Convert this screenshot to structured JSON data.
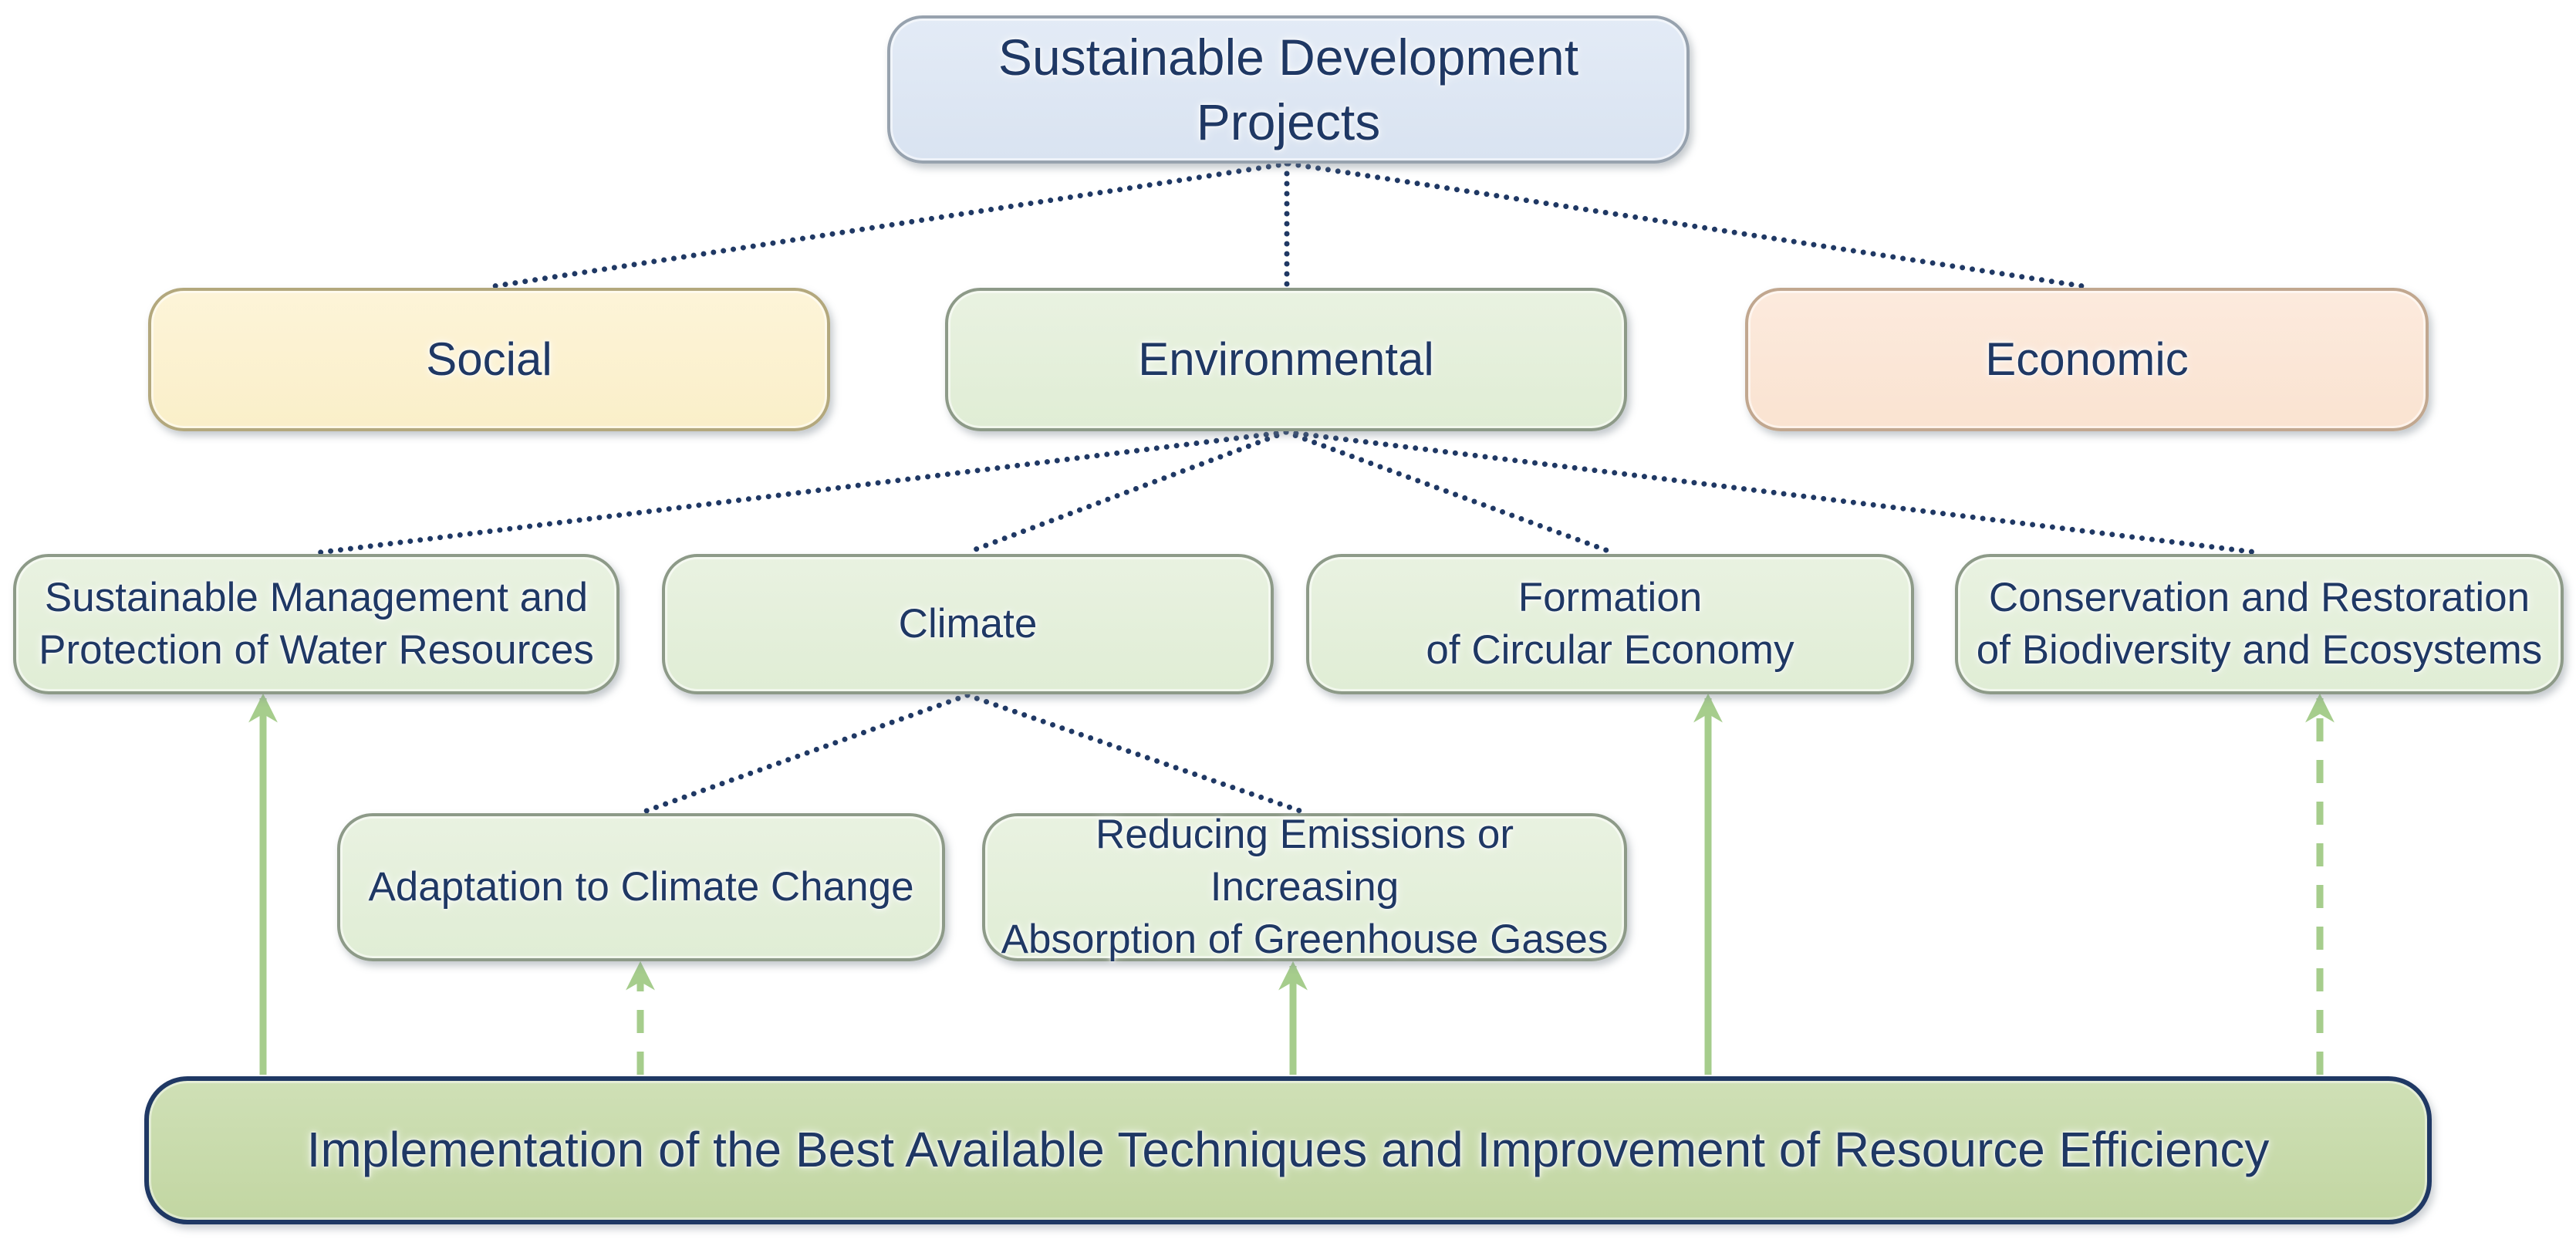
{
  "title": "Sustainable Development Projects diagram",
  "palette": {
    "text_navy": "#1F3864",
    "root_fill": "#DCE6F2",
    "social_fill": "#FBF1CE",
    "environmental_fill": "#E4EFDB",
    "economic_fill": "#FBE6D7",
    "green_box_fill": "#E4EFDB",
    "base_bar_fill": "#C5D9A9",
    "connector_dotted_navy": "#1F3864",
    "support_arrow_green": "#A6CD8C"
  },
  "nodes": {
    "root": {
      "label": "Sustainable Development Projects"
    },
    "social": {
      "label": "Social"
    },
    "environmental": {
      "label": "Environmental"
    },
    "economic": {
      "label": "Economic"
    },
    "water": {
      "label": "Sustainable Management and\nProtection of Water Resources"
    },
    "climate": {
      "label": "Climate"
    },
    "circular": {
      "label": "Formation\nof Circular Economy"
    },
    "biodiversity": {
      "label": "Conservation and Restoration\nof Biodiversity and Ecosystems"
    },
    "adaptation": {
      "label": "Adaptation to Climate Change"
    },
    "emissions": {
      "label": "Reducing Emissions or Increasing\nAbsorption of Greenhouse Gases"
    },
    "base": {
      "label": "Implementation of the Best Available Techniques and Improvement of Resource Efficiency"
    }
  },
  "edges": {
    "hierarchy_dotted": [
      {
        "from": "root",
        "to": "social"
      },
      {
        "from": "root",
        "to": "environmental"
      },
      {
        "from": "root",
        "to": "economic"
      },
      {
        "from": "environmental",
        "to": "water"
      },
      {
        "from": "environmental",
        "to": "climate"
      },
      {
        "from": "environmental",
        "to": "circular"
      },
      {
        "from": "environmental",
        "to": "biodiversity"
      },
      {
        "from": "climate",
        "to": "adaptation"
      },
      {
        "from": "climate",
        "to": "emissions"
      }
    ],
    "support_arrows": [
      {
        "from": "base",
        "to": "water",
        "line": "solid"
      },
      {
        "from": "base",
        "to": "adaptation",
        "line": "dashed"
      },
      {
        "from": "base",
        "to": "emissions",
        "line": "solid"
      },
      {
        "from": "base",
        "to": "circular",
        "line": "solid"
      },
      {
        "from": "base",
        "to": "biodiversity",
        "line": "dashed"
      }
    ]
  }
}
